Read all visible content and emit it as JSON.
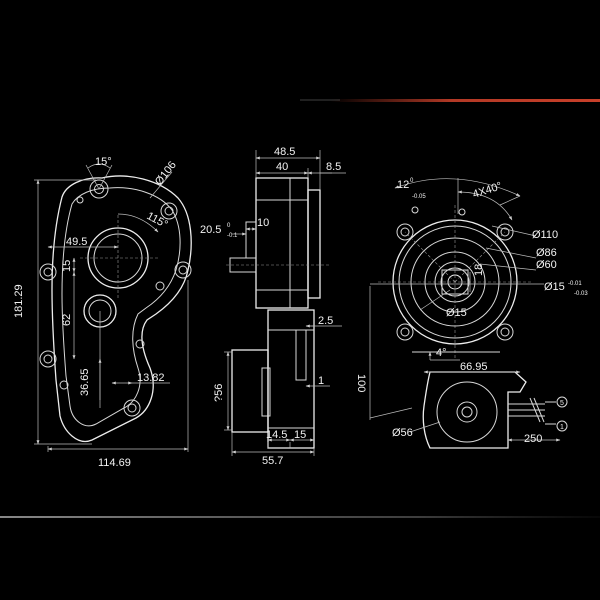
{
  "accent": {
    "red": "#d2432c",
    "line": "#d8d8d8",
    "rule": "#7a7a7a"
  },
  "front_view": {
    "angle_top": "15°",
    "dia_106": "Ø106",
    "angle_115": "115°",
    "dim_49_5": "49.5",
    "dim_15": "15",
    "dim_181_29": "181.29",
    "dim_62": "62",
    "dim_36_65": "36.65",
    "dim_13_82": "13.82",
    "dim_114_69": "114.69"
  },
  "side_view": {
    "dim_48_5": "48.5",
    "dim_40": "40",
    "dim_8_5": "8.5",
    "dim_20_5": "20.5",
    "tol_20_5_upper": "0",
    "tol_20_5_lower": "-0.1",
    "dim_10": "10",
    "dim_2_5": "2.5",
    "dim_1": "1",
    "dia_56_rot": "?56",
    "dim_14_5": "14.5",
    "dim_15": "15",
    "dim_55_7": "55.7"
  },
  "right_view": {
    "angle_12": "12",
    "angle_12_deg": "0",
    "tol_12_lower": "-0.05",
    "angle_4x40": "4X40°",
    "dia_110": "Ø110",
    "dia_86": "Ø86",
    "dia_60": "Ø60",
    "dim_18": "18",
    "dia_15_tol": "Ø15",
    "tol_15_upper": "-0.01",
    "tol_15_lower": "-0.03",
    "dia_15": "Ø15",
    "dim_100": "100",
    "angle_4": "4°",
    "dim_66_95": "66.95",
    "dia_56": "Ø56",
    "dim_250": "250",
    "pin_5": "5",
    "pin_1": "1"
  }
}
